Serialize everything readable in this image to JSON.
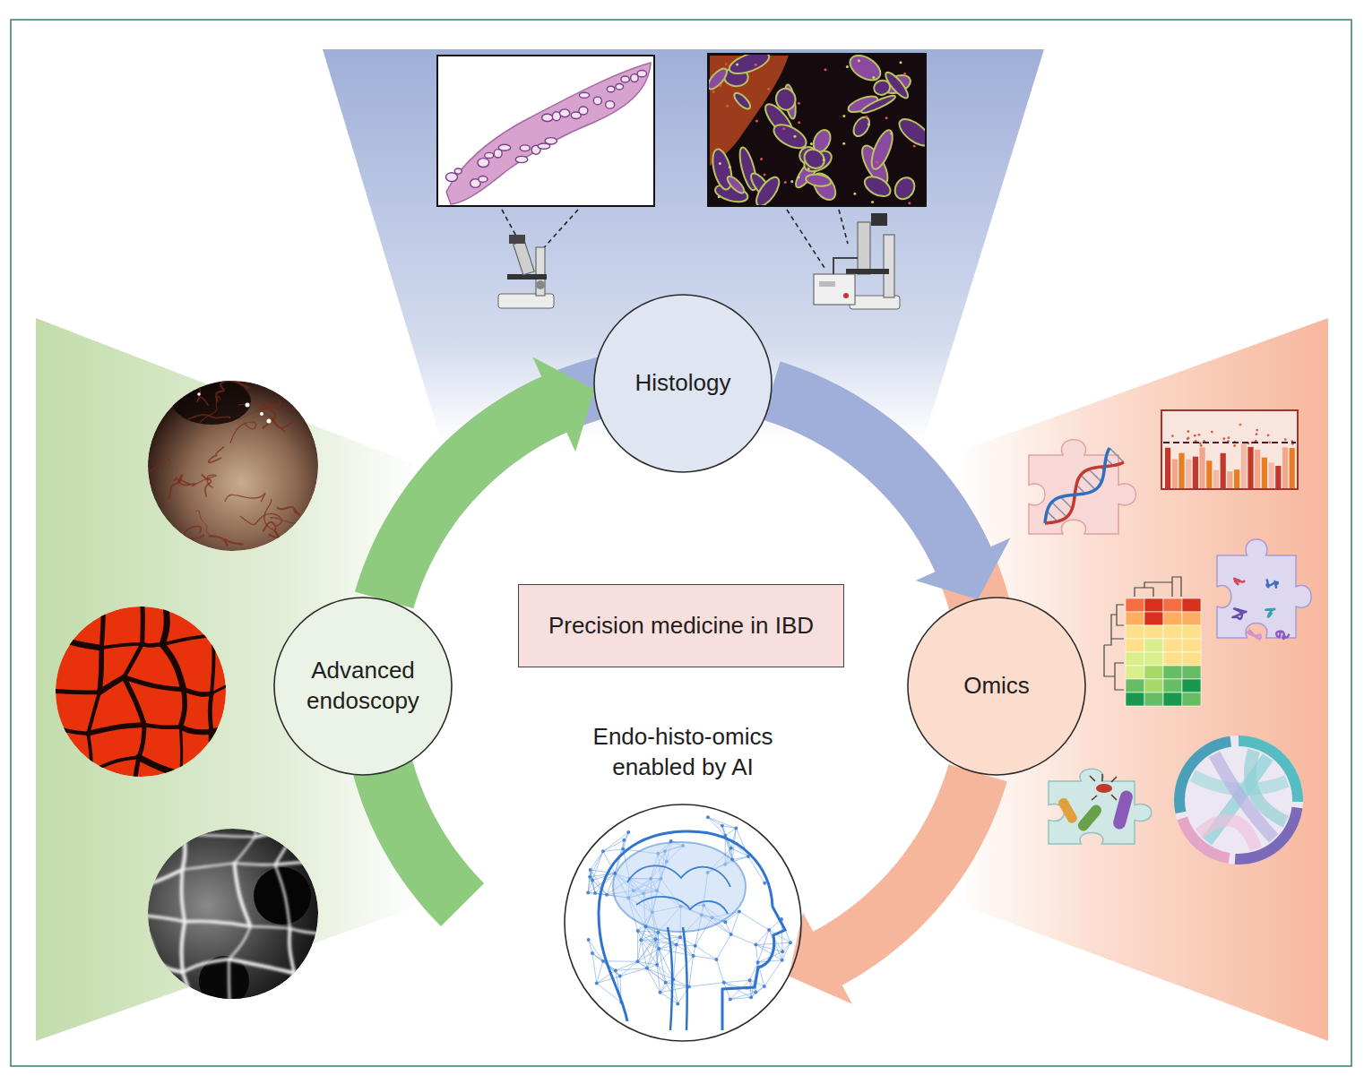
{
  "diagram": {
    "nodes": [
      {
        "text": [
          "Histology"
        ]
      },
      {
        "text": [
          "Advanced endoscopy"
        ]
      },
      {
        "text": [
          "Precision medicine in IBD"
        ]
      },
      {
        "text": [
          "Omics"
        ]
      },
      {
        "text": [
          "Endo-histo-omics enabled by AI"
        ]
      }
    ],
    "edges": [
      {
        "from": 1,
        "to": 0,
        "arrow": "to"
      },
      {
        "from": 0,
        "to": 3,
        "arrow": "to"
      },
      {
        "from": 3,
        "to": 4,
        "arrow": "to"
      }
    ]
  }
}
